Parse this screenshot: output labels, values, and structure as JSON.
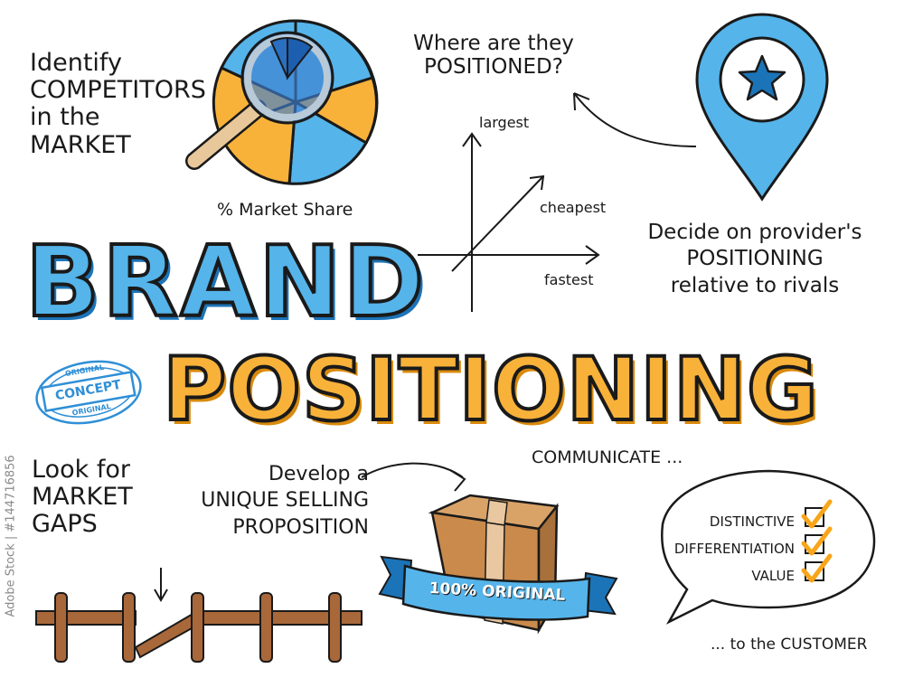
{
  "headline": {
    "brand": "BRAND",
    "positioning": "POSITIONING"
  },
  "competitors": {
    "line1": "Identify",
    "line2": "COMPETITORS",
    "line3": "in the",
    "line4": "MARKET",
    "caption": "% Market Share"
  },
  "question": {
    "line1": "Where are they",
    "line2": "POSITIONED?"
  },
  "axes": {
    "vertical": "largest",
    "diagonal": "cheapest",
    "horizontal": "fastest"
  },
  "decide": {
    "line1": "Decide on provider's",
    "line2": "POSITIONING",
    "line3": "relative to rivals"
  },
  "stamp": {
    "top": "ORIGINAL",
    "middle": "CONCEPT",
    "bottom": "ORIGINAL"
  },
  "gaps": {
    "line1": "Look for",
    "line2": "MARKET",
    "line3": "GAPS"
  },
  "usp": {
    "line1": "Develop a",
    "line2": "UNIQUE SELLING",
    "line3": "PROPOSITION"
  },
  "banner": {
    "label": "100% ORIGINAL"
  },
  "communicate": {
    "heading": "COMMUNICATE ...",
    "items": [
      "DISTINCTIVE",
      "DIFFERENTIATION",
      "VALUE"
    ],
    "footer": "... to the CUSTOMER"
  },
  "watermark": {
    "side": "Adobe Stock | #144716856"
  },
  "colors": {
    "blue": "#55b4ea",
    "dark_blue": "#1c74b8",
    "orange": "#f8b23a",
    "box_brown": "#c98a4c",
    "fence_brown": "#a9683a"
  }
}
